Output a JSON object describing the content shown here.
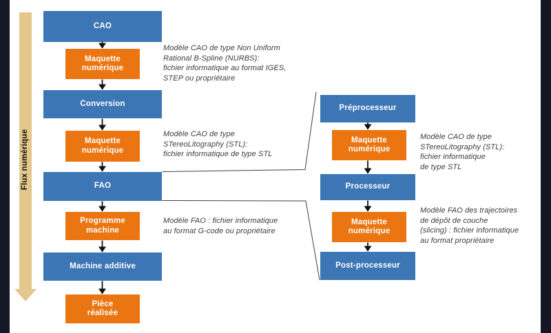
{
  "palette": {
    "process_blue": "#3d76b5",
    "data_orange": "#ea7511",
    "flux_arrow_tan": "#e3c78c",
    "frame_dark": "#131824",
    "annotation_gray": "#3c3c3c"
  },
  "flux_axis": {
    "label": "Flux numérique"
  },
  "main_flow": {
    "boxes": [
      {
        "label": "CAO"
      },
      {
        "label": "Maquette\nnumérique"
      },
      {
        "label": "Conversion"
      },
      {
        "label": "Maquette\nnumérique"
      },
      {
        "label": "FAO"
      },
      {
        "label": "Programme\nmachine"
      },
      {
        "label": "Machine additive"
      },
      {
        "label": "Pièce\nréalisée"
      }
    ],
    "annotations": [
      {
        "text": "Modèle CAO de type Non Uniform\nRational B-Spline (NURBS):\nfichier informatique au format IGES,\nSTEP ou propriétaire"
      },
      {
        "text": "Modèle CAO de type\nSTereoLitography (STL):\nfichier informatique de type STL"
      },
      {
        "text": "Modèle FAO : fichier informatique\nau format G-code ou propriétaire"
      }
    ]
  },
  "detail_flow": {
    "boxes": [
      {
        "label": "Préprocesseur"
      },
      {
        "label": "Maquette\nnumérique"
      },
      {
        "label": "Processeur"
      },
      {
        "label": "Maquette\nnumérique"
      },
      {
        "label": "Post-processeur"
      }
    ],
    "annotations": [
      {
        "text": "Modèle CAO de type\nSTereoLitography (STL):\nfichier informatique\nde type STL"
      },
      {
        "text": "Modèle FAO des trajectoires\nde dépôt de couche\n(slicing) : fichier informatique\nau format propriétaire"
      }
    ]
  }
}
